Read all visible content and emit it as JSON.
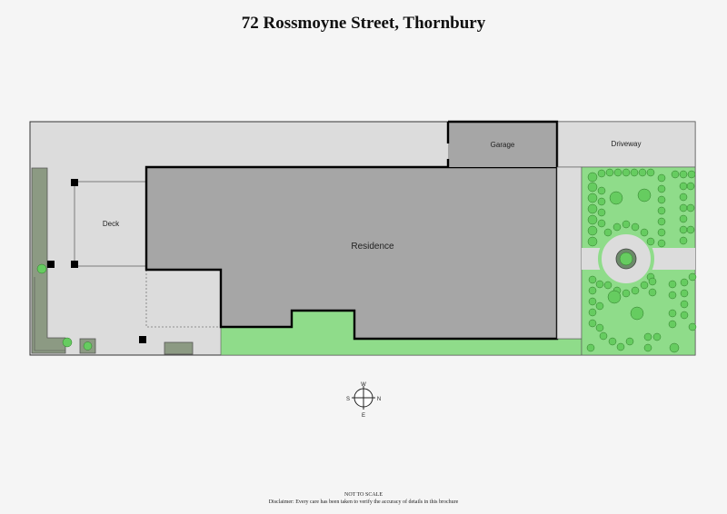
{
  "title": "72 Rossmoyne Street, Thornbury",
  "rooms": {
    "garage": "Garage",
    "driveway": "Driveway",
    "deck": "Deck",
    "residence": "Residence"
  },
  "compass": {
    "north": "N",
    "south": "S",
    "east": "E",
    "west": "W"
  },
  "footer": {
    "scale_note": "NOT TO SCALE",
    "disclaimer": "Disclaimer: Every care has been taken to verify the accuracy of details in this brochure"
  },
  "colors": {
    "lot": "#dcdcdc",
    "building": "#a6a6a6",
    "lawn": "#8fdc8a",
    "shrub": "#66cc60",
    "hedge": "#8c9a83",
    "wall": "#000000"
  }
}
